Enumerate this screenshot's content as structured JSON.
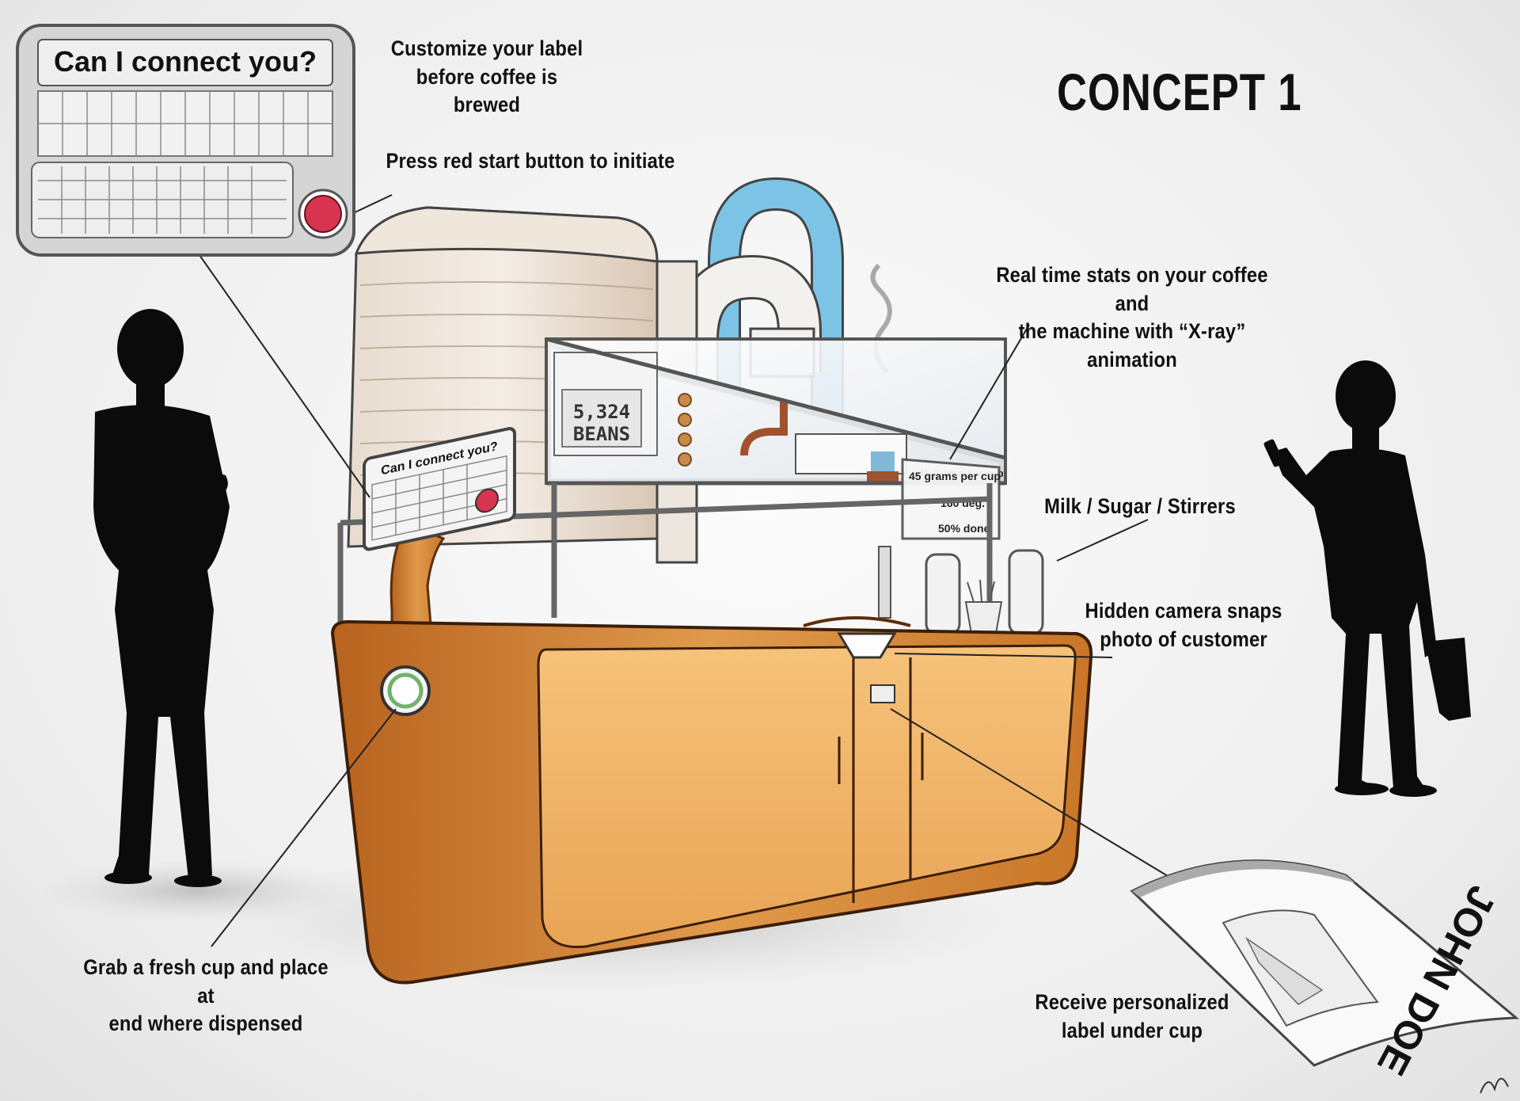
{
  "title": "CONCEPT 1",
  "panel": {
    "heading": "Can I connect you?",
    "small_heading": "Can I connect you?"
  },
  "screen": {
    "bean_count": "5,324",
    "bean_label": "BEANS",
    "grams": "45 grams per cup",
    "temperature": "160 deg.",
    "progress": "50% done"
  },
  "label_card": {
    "name": "JOHN DOE"
  },
  "annotations": {
    "customize": [
      "Customize your label",
      "before coffee is brewed"
    ],
    "press": "Press red start button to initiate",
    "stats": [
      "Real time stats on your coffee and",
      "the machine with “X-ray” animation"
    ],
    "milk": "Milk / Sugar / Stirrers",
    "camera": [
      "Hidden camera snaps",
      "photo of customer"
    ],
    "grab": [
      "Grab a fresh cup and place at",
      "end where dispensed"
    ],
    "receive": [
      "Receive personalized",
      "label under cup"
    ]
  },
  "colors": {
    "wood": "#d98a3a",
    "wood_dark": "#a85a1c",
    "cabinet_front": "#f0b668",
    "tube_blue": "#7cc3e6",
    "start_button": "#d9344f",
    "silhouette": "#0b0b0b"
  }
}
